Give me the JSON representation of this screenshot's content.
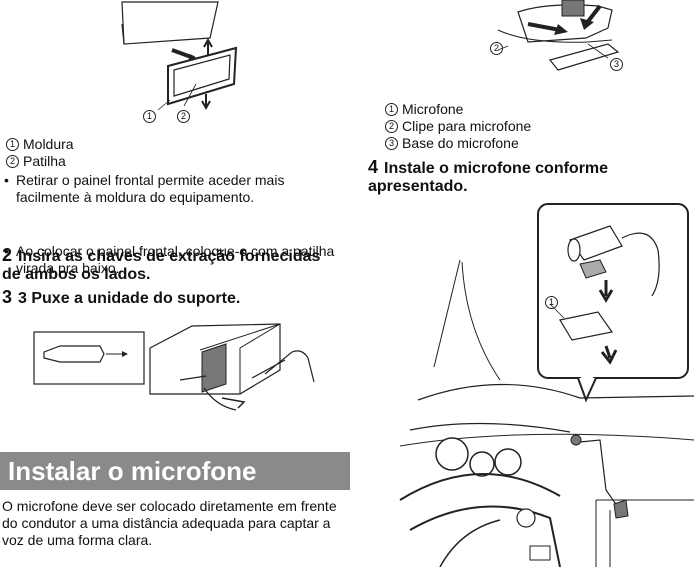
{
  "left": {
    "fig1_callouts": [
      "1",
      "2"
    ],
    "legend1": [
      {
        "num": "1",
        "text": "Moldura"
      },
      {
        "num": "2",
        "text": "Patilha"
      }
    ],
    "bullets": [
      "Retirar o painel frontal permite aceder mais facilmente à moldura do equipamento.",
      "Ao colocar o painel frontal, coloque-o com a patilha virada pra baixo."
    ],
    "step2": {
      "num": "2",
      "text": "Insira as chaves de extração fornecidas de ambos os lados."
    },
    "step3": {
      "num": "3",
      "text": "3   Puxe a unidade do suporte."
    },
    "section_title": "Instalar o microfone",
    "paragraph": "O microfone deve ser colocado diretamente em frente do condutor a uma distância adequada para captar a voz de uma forma clara."
  },
  "right": {
    "fig_top_callouts": [
      "2",
      "3"
    ],
    "legend": [
      {
        "num": "1",
        "text": "Microfone"
      },
      {
        "num": "2",
        "text": "Clipe para microfone"
      },
      {
        "num": "3",
        "text": "Base do microfone"
      }
    ],
    "step4": {
      "num": "4",
      "text": "Instale o microfone conforme apresentado."
    },
    "fig_bottom_callout": "1"
  }
}
